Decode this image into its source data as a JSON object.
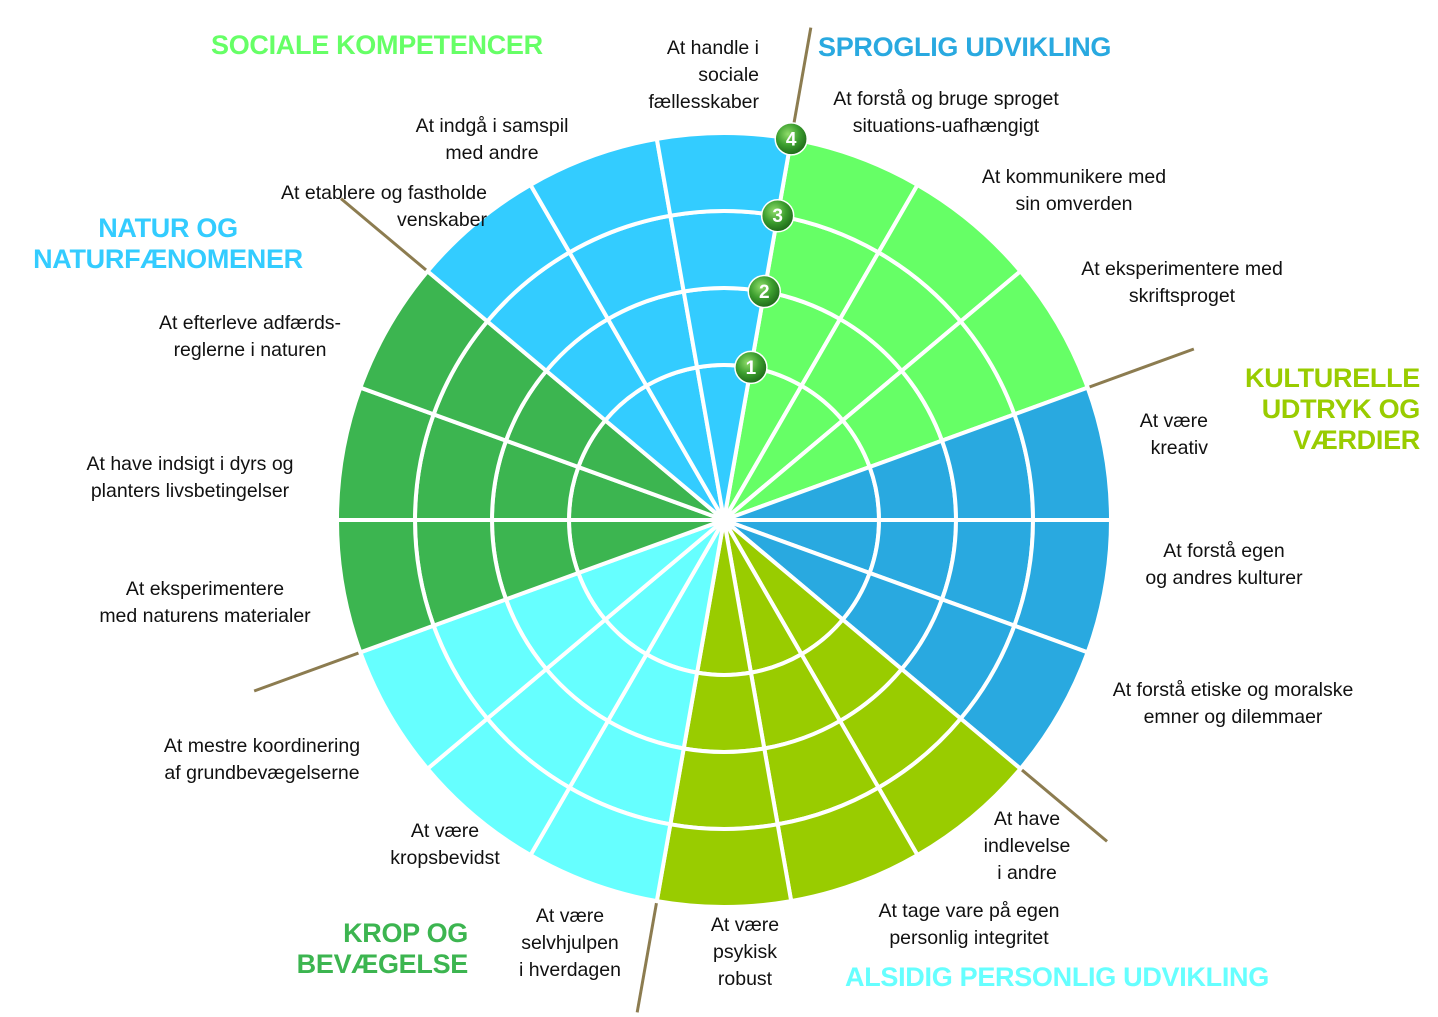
{
  "colors": {
    "sociale": "#66ff66",
    "sproglig": "#29a9e0",
    "kulturelle": "#99cc00",
    "alsidig": "#66ffff",
    "krop": "#3cb550",
    "natur": "#33ccff",
    "divider": "#8c7c50",
    "number_badge": "#3c9e2e"
  },
  "areas": [
    {
      "id": "sociale",
      "title": "SOCIALE KOMPETENCER",
      "color": "#66ff66",
      "items": [
        "At handle i\nsociale\nfællesskaber",
        "At indgå i samspil\nmed andre",
        "At etablere og fastholde\nvenskaber"
      ]
    },
    {
      "id": "sproglig",
      "title": "SPROGLIG UDVIKLING",
      "color": "#29a9e0",
      "items": [
        "At forstå og bruge sproget\nsituations-uafhængigt",
        "At kommunikere med\nsin omverden",
        "At eksperimentere med\nskriftsproget"
      ]
    },
    {
      "id": "kulturelle",
      "title": "KULTURELLE\nUDTRYK OG\nVÆRDIER",
      "color": "#99cc00",
      "items": [
        "At være\nkreativ",
        "At forstå egen\nog andres kulturer",
        "At forstå etiske og moralske\nemner og dilemmaer"
      ]
    },
    {
      "id": "alsidig",
      "title": "ALSIDIG PERSONLIG UDVIKLING",
      "color": "#66ffff",
      "items": [
        "At have\nindlevelse\ni andre",
        "At tage vare på egen\npersonlig integritet",
        "At være\npsykisk\nrobust"
      ]
    },
    {
      "id": "krop",
      "title": "KROP OG\nBEVÆGELSE",
      "color": "#3cb550",
      "items": [
        "At være\nselvhjulpen\ni hverdagen",
        "At være\nkropsbevidst",
        "At mestre koordinering\naf grundbevægelserne"
      ]
    },
    {
      "id": "natur",
      "title": "NATUR OG\nNATURFÆNOMENER",
      "color": "#33ccff",
      "items": [
        "At eksperimentere\nmed naturens materialer",
        "At have indsigt i dyrs og\nplanters livsbetingelser",
        "At efterleve adfærds-\nreglerne i naturen"
      ]
    }
  ],
  "levels": [
    "1",
    "2",
    "3",
    "4"
  ]
}
